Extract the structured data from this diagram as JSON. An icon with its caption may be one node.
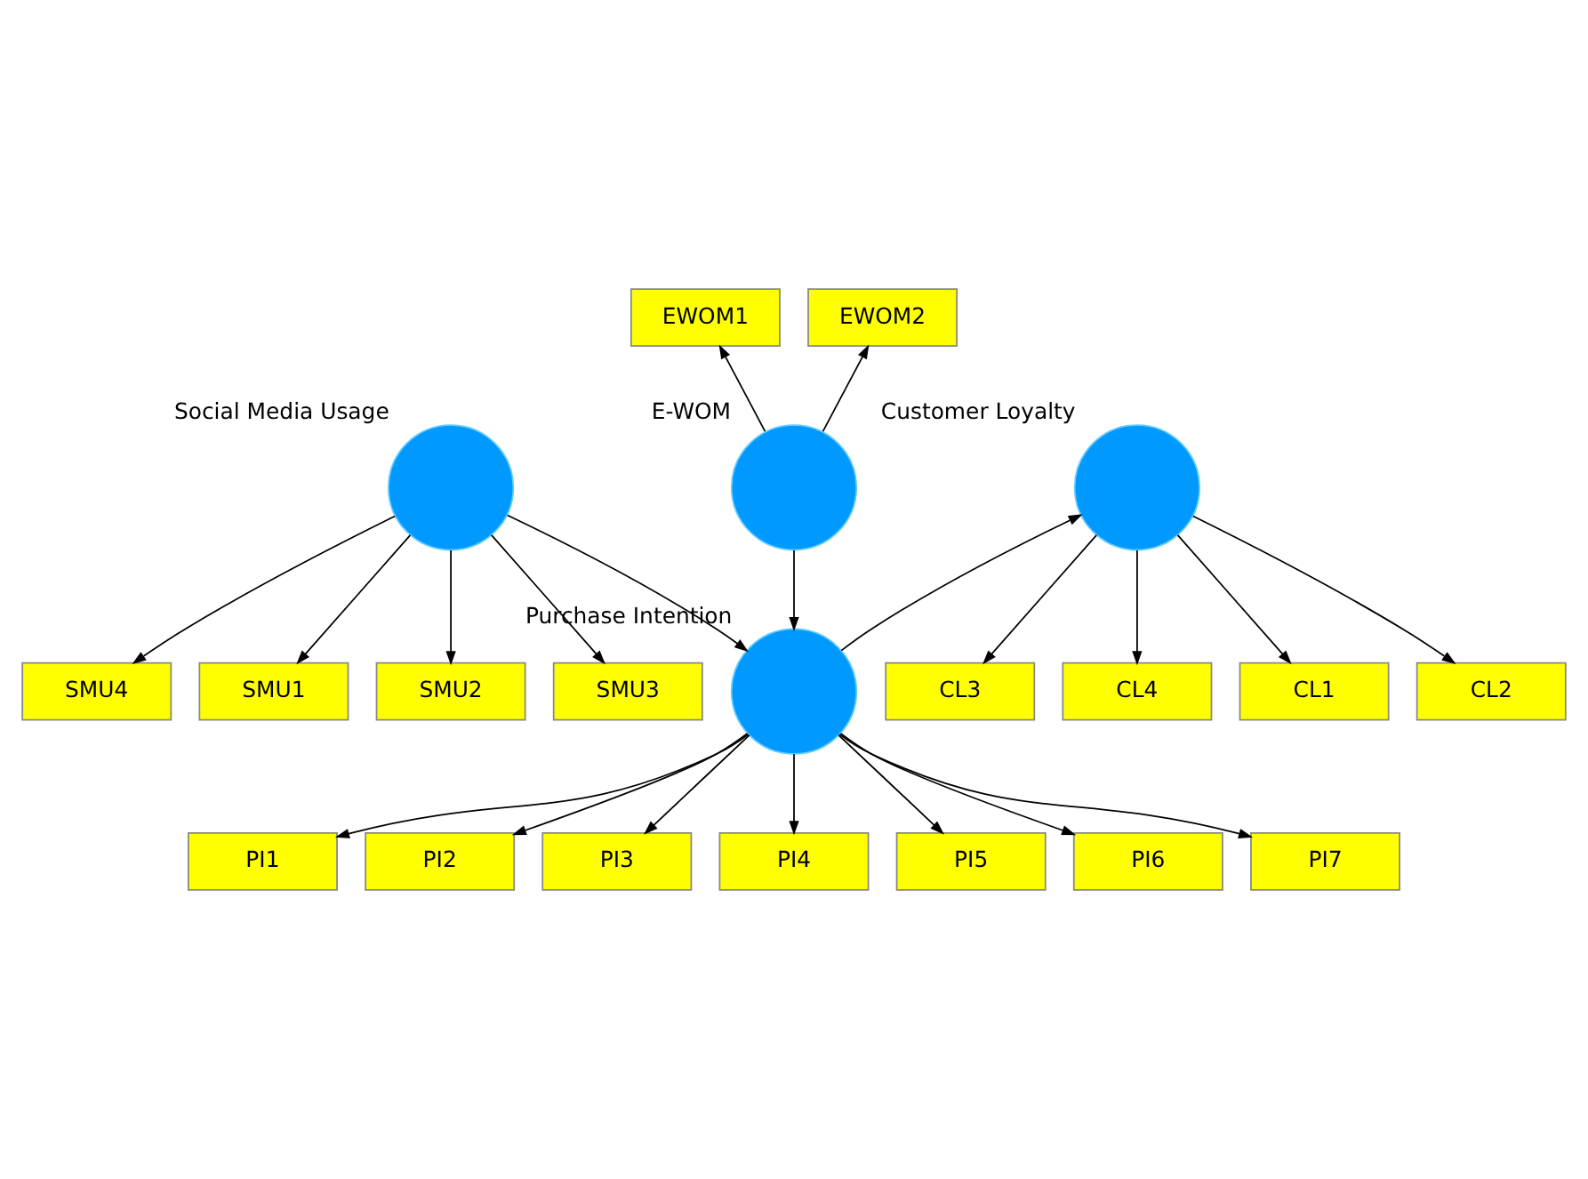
{
  "diagram": {
    "nodes": [
      {
        "text": [
          "EWOM1"
        ]
      },
      {
        "text": [
          "EWOM2"
        ]
      },
      {
        "text": [],
        "shape": "circle",
        "beside": [
          "E-WOM"
        ]
      },
      {
        "text": [
          "SMU1"
        ]
      },
      {
        "text": [
          "SMU2"
        ]
      },
      {
        "text": [
          "SMU3"
        ]
      },
      {
        "text": [
          "SMU4"
        ]
      },
      {
        "text": [],
        "shape": "circle",
        "beside": [
          "Social Media Usage"
        ]
      },
      {
        "text": [],
        "shape": "circle",
        "beside": [
          "Customer Loyalty"
        ]
      },
      {
        "text": [
          "CL1"
        ]
      },
      {
        "text": [
          "CL2"
        ]
      },
      {
        "text": [
          "CL3"
        ]
      },
      {
        "text": [
          "CL4"
        ]
      },
      {
        "text": [],
        "shape": "circle",
        "beside": [
          "Purchase Intention"
        ]
      },
      {
        "text": [
          "PI1"
        ]
      },
      {
        "text": [
          "PI2"
        ]
      },
      {
        "text": [
          "PI3"
        ]
      },
      {
        "text": [
          "PI4"
        ]
      },
      {
        "text": [
          "PI5"
        ]
      },
      {
        "text": [
          "PI6"
        ]
      },
      {
        "text": [
          "PI7"
        ]
      }
    ],
    "edges": [
      {
        "from": 2,
        "to": 0,
        "arrow": "to"
      },
      {
        "from": 2,
        "to": 1,
        "arrow": "to"
      },
      {
        "from": 7,
        "to": 3,
        "arrow": "to"
      },
      {
        "from": 7,
        "to": 4,
        "arrow": "to"
      },
      {
        "from": 7,
        "to": 5,
        "arrow": "to"
      },
      {
        "from": 7,
        "to": 6,
        "arrow": "to"
      },
      {
        "from": 8,
        "to": 9,
        "arrow": "to"
      },
      {
        "from": 8,
        "to": 10,
        "arrow": "to"
      },
      {
        "from": 8,
        "to": 11,
        "arrow": "to"
      },
      {
        "from": 8,
        "to": 12,
        "arrow": "to"
      },
      {
        "from": 2,
        "to": 13,
        "arrow": "to"
      },
      {
        "from": 7,
        "to": 13,
        "arrow": "to"
      },
      {
        "from": 13,
        "to": 8,
        "arrow": "to"
      },
      {
        "from": 13,
        "to": 14,
        "arrow": "to"
      },
      {
        "from": 13,
        "to": 15,
        "arrow": "to"
      },
      {
        "from": 13,
        "to": 16,
        "arrow": "to"
      },
      {
        "from": 13,
        "to": 17,
        "arrow": "to"
      },
      {
        "from": 13,
        "to": 18,
        "arrow": "to"
      },
      {
        "from": 13,
        "to": 19,
        "arrow": "to"
      },
      {
        "from": 13,
        "to": 20,
        "arrow": "to"
      }
    ]
  }
}
